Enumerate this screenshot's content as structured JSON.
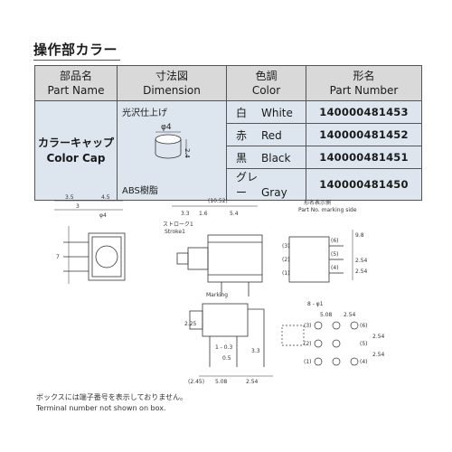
{
  "title": "操作部カラー",
  "table": {
    "headers": [
      {
        "jp": "部品名",
        "en": "Part Name"
      },
      {
        "jp": "寸法図",
        "en": "Dimension"
      },
      {
        "jp": "色調",
        "en": "Color"
      },
      {
        "jp": "形名",
        "en": "Part Number"
      }
    ],
    "part_name": {
      "jp": "カラーキャップ",
      "en": "Color Cap"
    },
    "dimension": {
      "finish": "光沢仕上げ",
      "material": "ABS樹脂",
      "diameter": "φ4",
      "height": "2.4"
    },
    "rows": [
      {
        "jp": "白",
        "en": "White",
        "pn": "140000481453"
      },
      {
        "jp": "赤",
        "en": "Red",
        "pn": "140000481452"
      },
      {
        "jp": "黒",
        "en": "Black",
        "pn": "140000481451"
      },
      {
        "jp": "グレー",
        "en": "Gray",
        "pn": "140000481450"
      }
    ]
  },
  "drawing": {
    "dims_front": [
      "3.5",
      "4.5",
      "3",
      "φ4",
      "7"
    ],
    "dims_side": [
      "(10.52)",
      "3.3",
      "1.6",
      "5.4"
    ],
    "stroke": "Stroke1",
    "stroke_jp": "ストローク1",
    "marking": "Marking",
    "marking_side": "Part No. marking side",
    "marking_side_jp": "形名表示側",
    "dims_right": [
      "9.8",
      "2.54",
      "2.54"
    ],
    "pins_left": [
      "(3)",
      "(2)",
      "(1)"
    ],
    "pins_right": [
      "(6)",
      "(5)",
      "(4)"
    ],
    "dims_bottom": [
      "2.25",
      "1 - 0.3",
      "0.5",
      "3.3",
      "(2.45)",
      "5.08",
      "2.54"
    ],
    "hole_label": "8 - φ1",
    "pcb_dims": [
      "5.08",
      "2.54",
      "2.54",
      "2.54"
    ],
    "pcb_pins_left": [
      "(3)",
      "(2)",
      "(1)"
    ],
    "pcb_pins_right": [
      "(6)",
      "(5)",
      "(4)"
    ]
  },
  "notes": {
    "jp": "ボックスには端子番号を表示しておりません。",
    "en": "Terminal number not shown on box."
  }
}
